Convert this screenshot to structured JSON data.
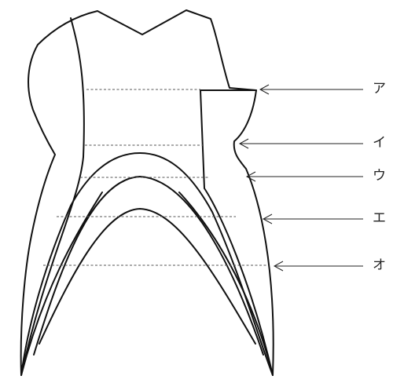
{
  "labels": {
    "a": "ア",
    "i": "イ",
    "u": "ウ",
    "e": "エ",
    "o": "オ"
  }
}
